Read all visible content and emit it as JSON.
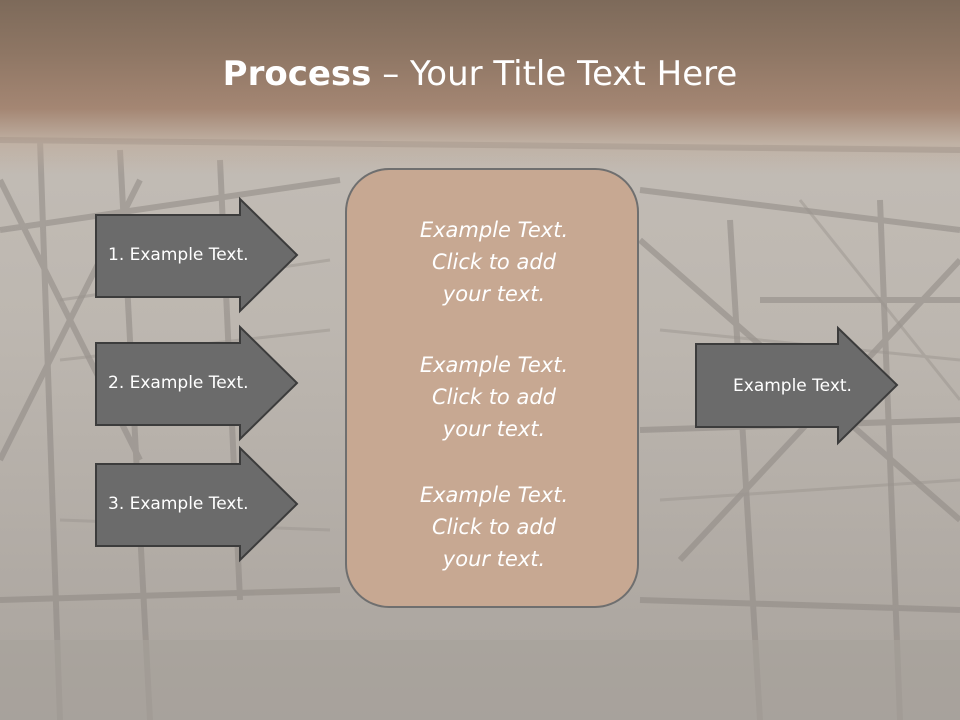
{
  "slide": {
    "title_bold": "Process",
    "title_dash": " – ",
    "title_rest": "Your Title Text Here"
  },
  "left_arrows": [
    {
      "label": "1. Example Text."
    },
    {
      "label": "2. Example Text."
    },
    {
      "label": "3. Example Text."
    }
  ],
  "center_box": {
    "paragraphs": [
      {
        "line1": "Example Text.",
        "line2": "Click  to add",
        "line3": "your text."
      },
      {
        "line1": "Example Text.",
        "line2": "Click  to add",
        "line3": "your text."
      },
      {
        "line1": "Example Text.",
        "line2": "Click  to add",
        "line3": "your text."
      }
    ]
  },
  "right_arrow": {
    "label": "Example Text."
  },
  "colors": {
    "arrow_fill": "#6b6b6b",
    "arrow_stroke": "#3c3c3c",
    "box_fill": "#c7a892",
    "header": "#8e7664"
  }
}
